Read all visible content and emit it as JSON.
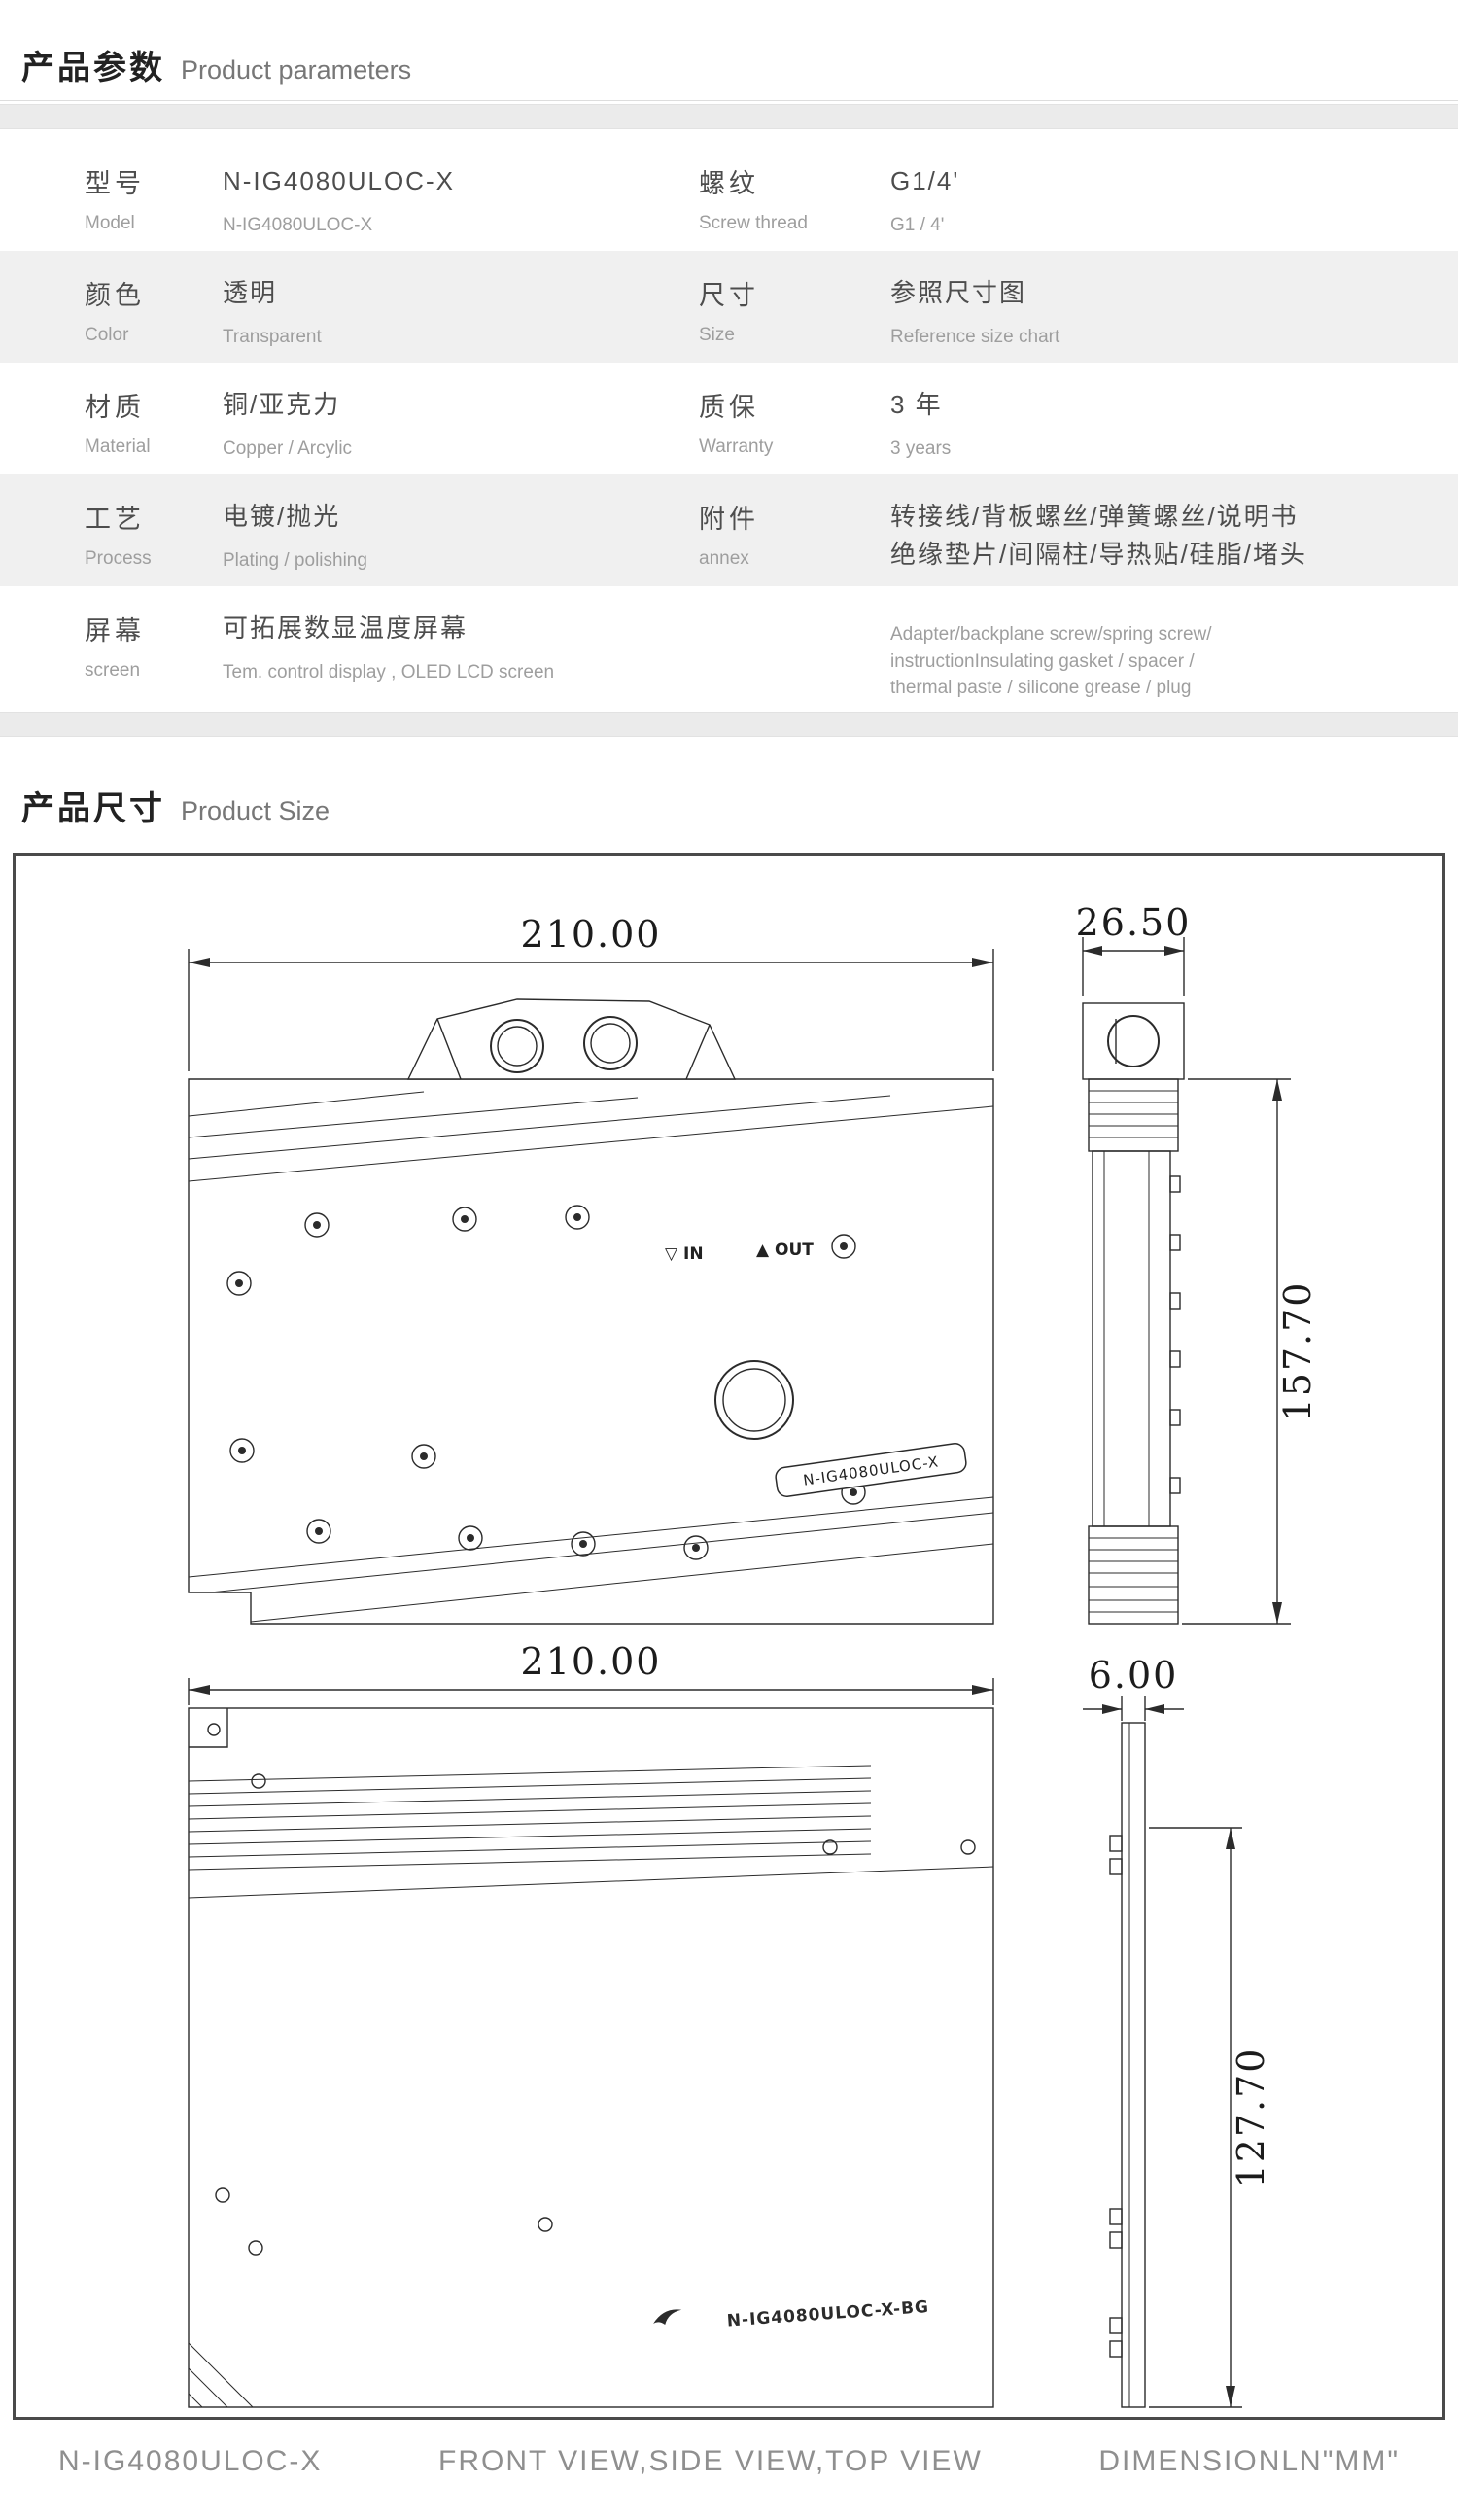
{
  "header": {
    "title_zh": "产品参数",
    "title_en": "Product parameters"
  },
  "params_rows": [
    {
      "l_label_zh": "型号",
      "l_label_en": "Model",
      "l_value_zh": "N-IG4080ULOC-X",
      "l_value_en": "N-IG4080ULOC-X",
      "r_label_zh": "螺纹",
      "r_label_en": "Screw thread",
      "r_value_zh": "G1/4'",
      "r_value_en": "G1 / 4'"
    },
    {
      "l_label_zh": "颜色",
      "l_label_en": "Color",
      "l_value_zh": "透明",
      "l_value_en": "Transparent",
      "r_label_zh": "尺寸",
      "r_label_en": "Size",
      "r_value_zh": "参照尺寸图",
      "r_value_en": "Reference size chart"
    },
    {
      "l_label_zh": "材质",
      "l_label_en": "Material",
      "l_value_zh": "铜/亚克力",
      "l_value_en": "Copper / Arcylic",
      "r_label_zh": "质保",
      "r_label_en": "Warranty",
      "r_value_zh": "3 年",
      "r_value_en": "3 years"
    },
    {
      "l_label_zh": "工艺",
      "l_label_en": "Process",
      "l_value_zh": "电镀/抛光",
      "l_value_en": "Plating / polishing",
      "r_label_zh": "附件",
      "r_label_en": "annex",
      "r_value_zh": "转接线/背板螺丝/弹簧螺丝/说明书\n绝缘垫片/间隔柱/导热贴/硅脂/堵头",
      "r_value_en": ""
    },
    {
      "l_label_zh": "屏幕",
      "l_label_en": "screen",
      "l_value_zh": "可拓展数显温度屏幕",
      "l_value_en": "Tem. control display , OLED LCD screen",
      "r_label_zh": "",
      "r_label_en": "",
      "r_value_zh": "",
      "r_value_en": "Adapter/backplane screw/spring screw/\ninstructionInsulating gasket / spacer /\nthermal paste / silicone grease / plug"
    }
  ],
  "size_section": {
    "title_zh": "产品尺寸",
    "title_en": "Product Size",
    "front": {
      "width": "210.00",
      "in": "▽ IN",
      "out": "▲ OUT",
      "plate": "N-IG4080ULOC-X"
    },
    "side": {
      "width": "26.50",
      "height": "157.70"
    },
    "top": {
      "width": "210.00",
      "logo": "N-IG4080ULOC-X-BG"
    },
    "edge": {
      "width": "6.00",
      "height": "127.70"
    }
  },
  "footer": {
    "model": "N-IG4080ULOC-X",
    "views": "FRONT VIEW,SIDE VIEW,TOP VIEW",
    "dimension": "DIMENSIONLN\"MM\""
  },
  "colors": {
    "accent_border": "#4a4a4a",
    "row_alt": "#f0f0f0",
    "band": "#ebebeb"
  }
}
